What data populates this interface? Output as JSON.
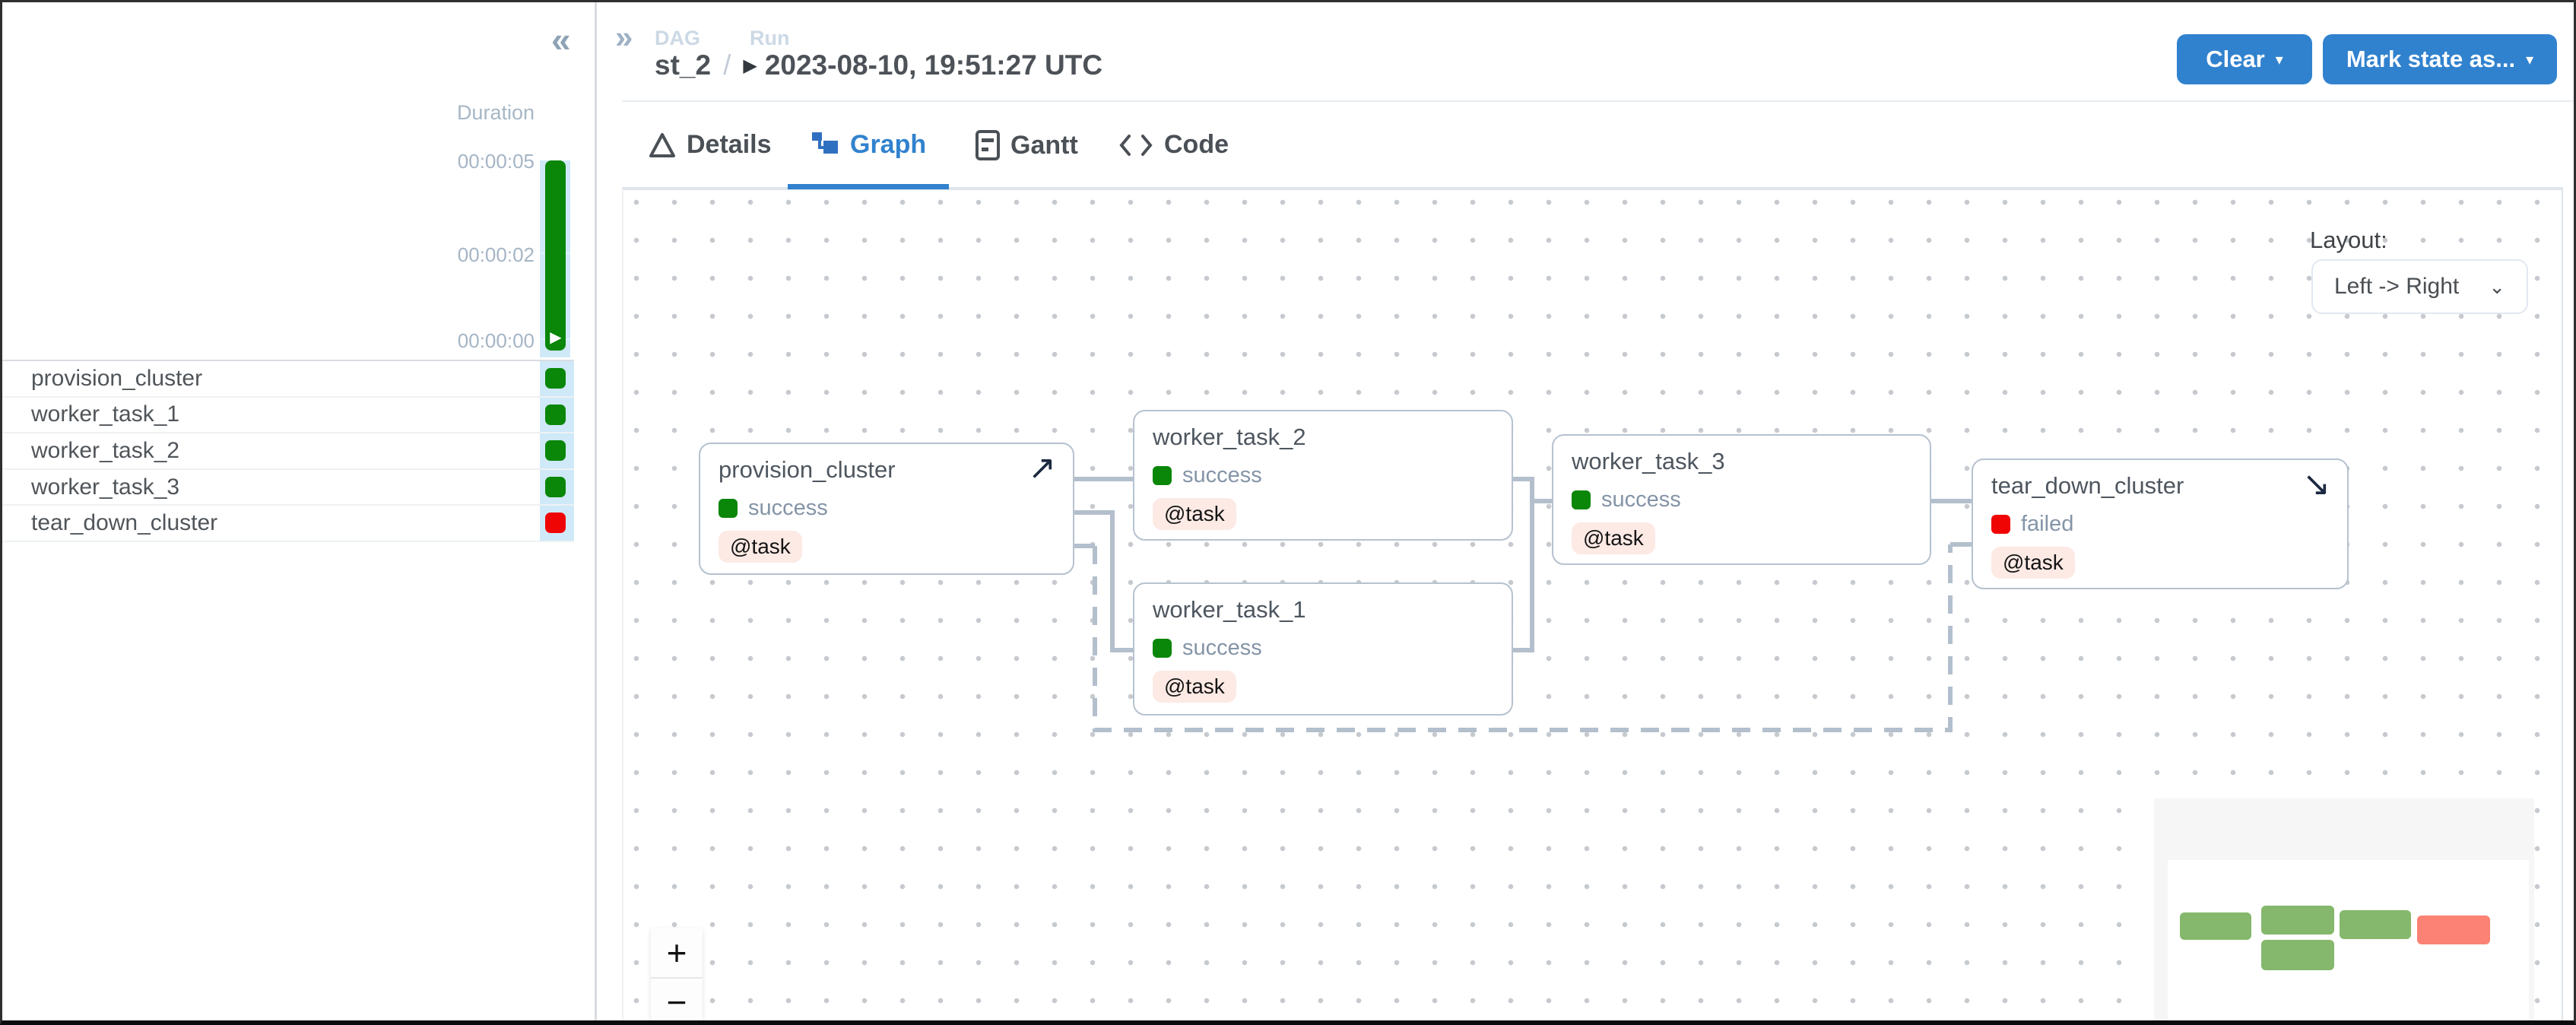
{
  "sidebar": {
    "collapse_icon": "«",
    "duration": {
      "label": "Duration",
      "ticks": [
        "00:00:05",
        "00:00:02",
        "00:00:00"
      ],
      "play_icon": "▶"
    },
    "tasks": [
      {
        "name": "provision_cluster",
        "status": "success"
      },
      {
        "name": "worker_task_1",
        "status": "success"
      },
      {
        "name": "worker_task_2",
        "status": "success"
      },
      {
        "name": "worker_task_3",
        "status": "success"
      },
      {
        "name": "tear_down_cluster",
        "status": "failed"
      }
    ]
  },
  "header": {
    "expand_icon": "»",
    "breadcrumb": {
      "dag_label": "DAG",
      "run_label": "Run",
      "dag_value": "st_2",
      "separator": "/",
      "play_icon": "▶",
      "run_value": "2023-08-10, 19:51:27 UTC"
    },
    "clear_button": "Clear",
    "mark_state_button": "Mark state as...",
    "caret_icon": "▾"
  },
  "tabs": {
    "details": "Details",
    "graph": "Graph",
    "gantt": "Gantt",
    "code": "Code",
    "active": "Graph"
  },
  "graph": {
    "layout_label": "Layout:",
    "layout_value": "Left -> Right",
    "layout_chevron": "⌄",
    "nodes": [
      {
        "title": "provision_cluster",
        "status": "success",
        "badge": "@task",
        "corner_icon": "↗"
      },
      {
        "title": "worker_task_2",
        "status": "success",
        "badge": "@task"
      },
      {
        "title": "worker_task_1",
        "status": "success",
        "badge": "@task"
      },
      {
        "title": "worker_task_3",
        "status": "success",
        "badge": "@task"
      },
      {
        "title": "tear_down_cluster",
        "status": "failed",
        "badge": "@task",
        "corner_icon": "↘"
      }
    ],
    "zoom_in": "+",
    "zoom_out": "−"
  },
  "colors": {
    "accent": "#3182ce",
    "success": "#0a8609",
    "failed": "#f00505",
    "minimap_success": "#85b86c",
    "minimap_failed": "#fb8274",
    "edge": "#b3bfcc"
  }
}
